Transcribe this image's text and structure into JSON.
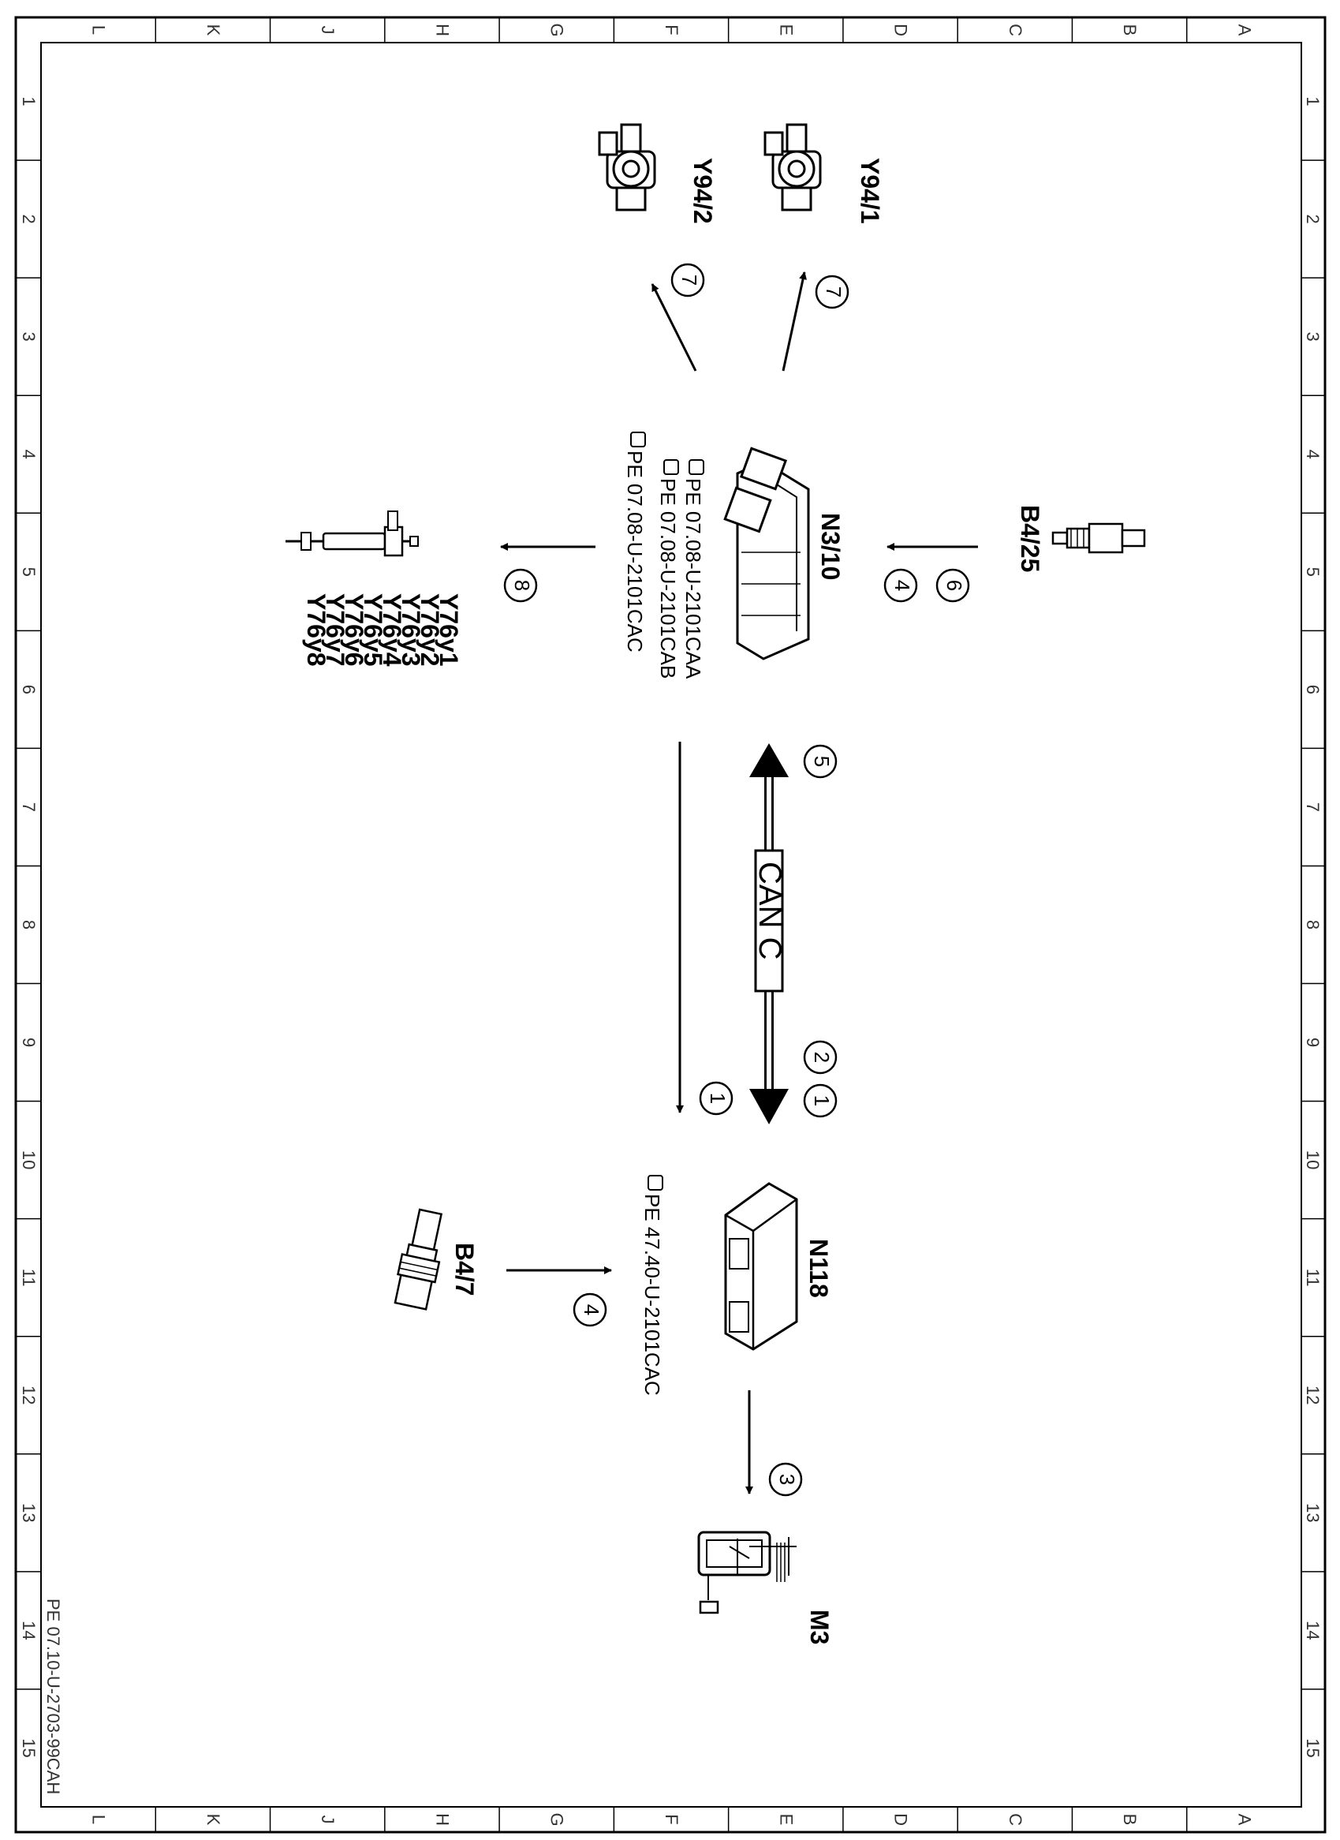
{
  "grid": {
    "columns": [
      "L",
      "K",
      "J",
      "H",
      "G",
      "F",
      "E",
      "D",
      "C",
      "B",
      "A"
    ],
    "rows": [
      "1",
      "2",
      "3",
      "4",
      "5",
      "6",
      "7",
      "8",
      "9",
      "10",
      "11",
      "12",
      "13",
      "14",
      "15"
    ]
  },
  "components": {
    "y94_1": "Y94/1",
    "y94_2": "Y94/2",
    "n3_10": "N3/10",
    "b4_25": "B4/25",
    "n118": "N118",
    "b4_7": "B4/7",
    "m3": "M3",
    "y76": [
      "Y76y1",
      "Y76y2",
      "Y76y3",
      "Y76y4",
      "Y76y5",
      "Y76y6",
      "Y76y7",
      "Y76y8"
    ]
  },
  "references": {
    "n3_10": [
      "PE 07.08-U-2101CAA",
      "PE 07.08-U-2101CAB",
      "PE 07.08-U-2101CAC"
    ],
    "n118": "PE 47.40-U-2101CAC"
  },
  "bus": {
    "label": "CAN C"
  },
  "arrows": {
    "to_y94_1": "7",
    "to_y94_2": "7",
    "to_injectors": "8",
    "b4_25_a": "6",
    "b4_25_b": "4",
    "can_top": "5",
    "can_bottom_a": "2",
    "can_bottom_b": "1",
    "n3_to_n118": "1",
    "b4_7": "4",
    "n118_to_m3": "3"
  },
  "footer": {
    "code": "PE 07.10-U-2703-99CAH"
  }
}
